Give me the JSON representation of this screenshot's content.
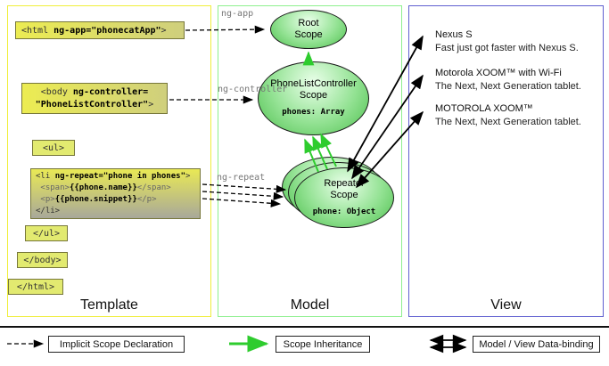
{
  "template_panel": {
    "label": "Template",
    "arrow_labels": {
      "ng_app": "ng-app",
      "ng_controller": "ng-controller",
      "ng_repeat": "ng-repeat"
    },
    "html_open": {
      "prefix": "<html ",
      "bold": "ng-app=\"phonecatApp\"",
      "suffix": ">"
    },
    "body_open": {
      "prefix": "<body ",
      "bold1": "ng-controller=",
      "bold2": "\"PhoneListController\"",
      "suffix": ">"
    },
    "ul_open": "<ul>",
    "li_block": {
      "line1": {
        "prefix": "<li ",
        "bold": "ng-repeat=\"phone in phones\"",
        "suffix": ">"
      },
      "line2": {
        "prefix": "<span>",
        "bold": "{{phone.name}}",
        "suffix": "</span>"
      },
      "line3": {
        "prefix": "<p>",
        "bold": "{{phone.snippet}}",
        "suffix": "</p>"
      },
      "line4": "</li>"
    },
    "ul_close": "</ul>",
    "body_close": "</body>",
    "html_close": "</html>"
  },
  "model_panel": {
    "label": "Model",
    "root_scope": {
      "title_line1": "Root",
      "title_line2": "Scope"
    },
    "controller_scope": {
      "title_line1": "PhoneListController",
      "title_line2": "Scope",
      "property": "phones: Array"
    },
    "repeater_scope": {
      "title_line1": "Repeater",
      "title_line2": "Scope",
      "property": "phone: Object"
    }
  },
  "view_panel": {
    "label": "View",
    "items": [
      {
        "title": "Nexus S",
        "subtitle": "Fast just got faster with Nexus S."
      },
      {
        "title": "Motorola XOOM™ with Wi-Fi",
        "subtitle": "The Next, Next Generation tablet."
      },
      {
        "title": "MOTOROLA XOOM™",
        "subtitle": "The Next, Next Generation tablet."
      }
    ]
  },
  "legend": {
    "implicit_scope": "Implicit Scope Declaration",
    "scope_inheritance": "Scope Inheritance",
    "data_binding": "Model / View Data-binding"
  },
  "colors": {
    "template_border": "#f0ee3a",
    "model_border": "#8ef08e",
    "view_border": "#5f5fd0",
    "scope_fill": "#4dbf4d",
    "inheritance_arrow": "#2ecc2e",
    "code_box_yellow": "#ecec52"
  }
}
